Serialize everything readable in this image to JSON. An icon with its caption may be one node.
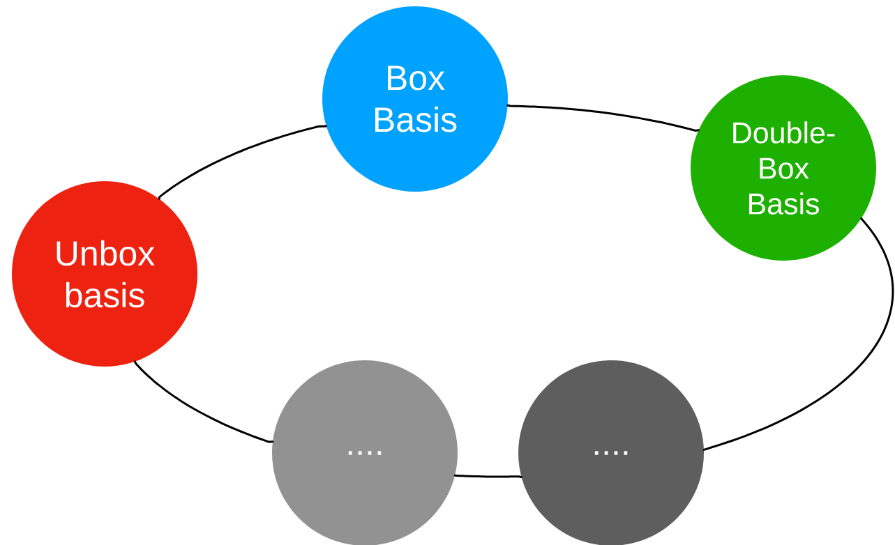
{
  "diagram": {
    "nodes": [
      {
        "text": [
          "Box Basis"
        ]
      },
      {
        "text": [
          "Double- Box Basis"
        ]
      },
      {
        "text": [
          "Unbox basis"
        ]
      },
      {
        "text": [
          "...."
        ]
      },
      {
        "text": [
          "...."
        ]
      }
    ],
    "edges": [
      {
        "from": 2,
        "to": 0,
        "arrow": "none"
      },
      {
        "from": 0,
        "to": 1,
        "arrow": "none"
      },
      {
        "from": 1,
        "to": 4,
        "arrow": "none"
      },
      {
        "from": 4,
        "to": 3,
        "arrow": "none"
      },
      {
        "from": 3,
        "to": 2,
        "arrow": "none"
      }
    ]
  }
}
